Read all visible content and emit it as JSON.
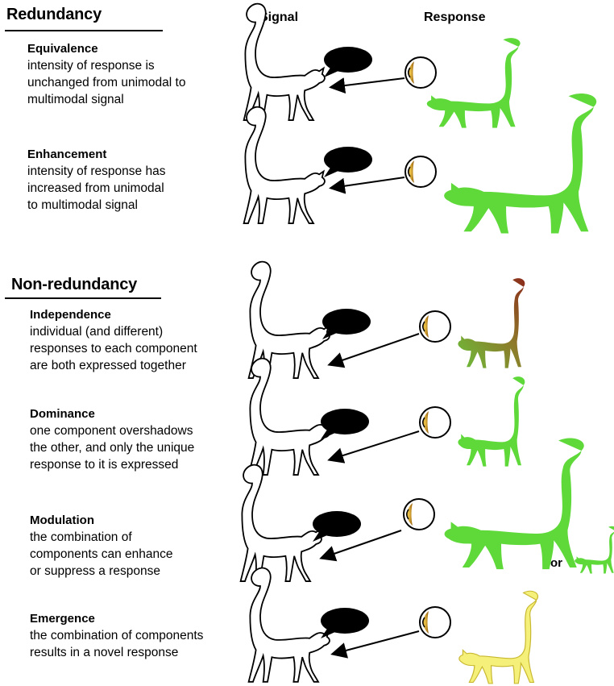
{
  "sections": {
    "redundancy": "Redundancy",
    "non_redundancy": "Non-redundancy"
  },
  "columns": {
    "signal": "Signal",
    "response": "Response"
  },
  "categories": [
    {
      "name": "Equivalence",
      "desc": "intensity of response is\nunchanged from unimodal to\nmultimodal signal"
    },
    {
      "name": "Enhancement",
      "desc": "intensity of response has\nincreased from unimodal\nto multimodal signal"
    },
    {
      "name": "Independence",
      "desc": "individual (and different)\nresponses to each component\nare both expressed together"
    },
    {
      "name": "Dominance",
      "desc": "one component overshadows\nthe other, and only the unique\nresponse to it is expressed"
    },
    {
      "name": "Modulation",
      "desc": "the combination of\ncomponents can enhance\nor suppress a response"
    },
    {
      "name": "Emergence",
      "desc": "the combination of components\nresults in a novel response"
    }
  ],
  "or_label": "or",
  "colors": {
    "response_green": "#5fd93a",
    "emergence_yellow": "#f5f07a",
    "independence_green": "#6bbf3a",
    "independence_brown": "#8b2a1a",
    "eye_ring": "#000000",
    "eye_iris": "#c8961e"
  },
  "icons": {
    "signal_animal": "lemur-outline-icon",
    "signal_bubble": "speech-bubble-icon",
    "receiver_eye": "eye-icon",
    "response_animal": "lemur-silhouette-icon"
  }
}
